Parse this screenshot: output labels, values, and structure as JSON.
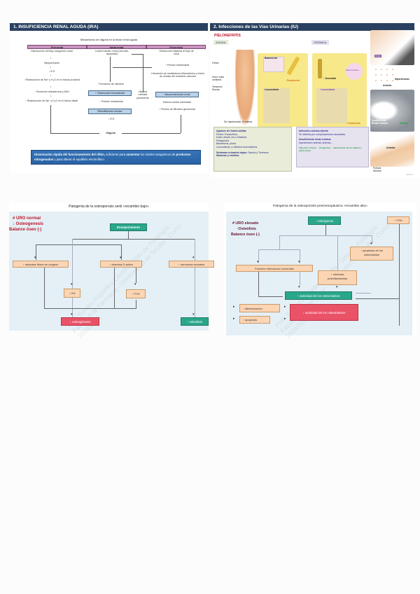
{
  "slide1": {
    "title": "1. INSUFICIENCIA RENAL AGUDA (IRA)",
    "figure_title": "Mecanismos de oliguria en la lesión renal aguda",
    "columns": [
      "Prerrenal",
      "Intrarrenal",
      "Posrrenal"
    ],
    "prerrenal": [
      "Disminución del flujo sanguíneo renal",
      "Hipoperfusión",
      "↓ IFG",
      "↑ Reabsorción de Na⁺ y H₂O en el túbulo proximal",
      "↑ Secreción aldosterona y ADH",
      "↑ Reabsorción de Na⁺ y H₂O en el túbulo distal"
    ],
    "intrarrenal": [
      "Lesión tubular renal (necrosis, apoptosis)",
      "Formación de cilindros",
      "↑ Obstrucción intratubular",
      "↑ Presión intratubular",
      "Retrofiltración tubular",
      "↓ IFG"
    ],
    "middle": "Hipoxia medular persistente",
    "posrrenal": [
      "Obstrucción bilateral al flujo de orina",
      "↑ Presión intraluminal",
      "Liberación de mediadores inflamatorios y lesión de células del endotelio vascular",
      "Vasoconstricción renal",
      "Edema celular intersticial",
      "↓ Presión de filtración glomerular"
    ],
    "result": "Oliguria",
    "summary_parts": [
      {
        "text": "Disminución rápida del funcionamiento del riñón,",
        "bold": true
      },
      {
        "text": " suficiente para ",
        "bold": false
      },
      {
        "text": "aumentar",
        "bold": true
      },
      {
        "text": " los niveles sanguíneos de ",
        "bold": false
      },
      {
        "text": "productos nitrogenados",
        "bold": true
      },
      {
        "text": " y para alterar el equilibrio electrolítico.",
        "bold": false
      }
    ]
  },
  "slide2": {
    "title": "2. Infecciones de las Vías Urinarias (IU)",
    "subtitle": "PIELONEFRITIS",
    "acute_label": "AGUDA",
    "chronic_label": "CRÓNICA",
    "body_labels": [
      "Fiebre",
      "Dolor costo vertebral",
      "Tenesmo/ Disuria"
    ],
    "caption": "Sin hipertensión, ni edema",
    "acute_card": [
      "Bacteriuria",
      "Leucocituria",
      "↓Proteinuria"
    ],
    "chronic_card": [
      "↓ Densidad",
      "Macroscópica",
      "Leucocituria",
      "↓ Proteinuria"
    ],
    "right_labels": [
      "Dolor",
      "Hipertensión",
      "Anemia",
      "Insuficiencia Renal Crónica",
      "Edema",
      "Anemia",
      "Poliuria Nicturia"
    ],
    "acute_box": [
      "Aparece de forma súbita:",
      "Fiebre, Escalofríos,",
      "Dolor dorsal, uni o bilateral,",
      "Polaquiuria",
      "Bacteriuria, piuria",
      "Leucocituria, y cilindros leucocitarios"
    ],
    "acute_box_footer_label": "Síntomas urinarios bajos:",
    "acute_box_footer": " Disuria y Tenesmo",
    "acute_box_footer2": "Náuseas y vómitos",
    "chronic_box": {
      "h1": "Infección crónica silente",
      "p1": "Se detecta por complicaciones asociadas",
      "h2": "Insuficiencia renal crónica:",
      "p2": "hipertensión arterial, anemia...",
      "green": "Infección crónica → Progresiva → Destrucción de los cálices y pelvis renal"
    },
    "page_note": "página 2"
  },
  "slide3": {
    "title": "Patogenia de la osteoporosis senil «recambio bajo»",
    "notes": [
      "# URO normal",
      "↓ Osteogenesis",
      "Balance óseo (-)"
    ],
    "root": "Envejecimiento",
    "level1": [
      "↑ radicales libres de oxígeno",
      "↓ vitamina D activa",
      "↓ hormonas sexuales"
    ],
    "level2": [
      "↓ GH",
      "↑ PTH"
    ],
    "outcomes": [
      "↓ osteogénesis",
      "↑ osteólisis"
    ],
    "watermark": "Prof. Sandro Argüelles Castilla - Dpto de Fisiología - Facultad de Farmacia - Universidad de Sevilla - Curso 2024/2025"
  },
  "slide4": {
    "title": "Patogenia de la osteoporosis posmenopáusica «recambio alto»",
    "notes": [
      "# URO elevado",
      "↑Osteólisis",
      "Balance óseo (-)"
    ],
    "root": "↓ estrógenos",
    "fsh": "↑ FSH",
    "apoptosis": "↓ apoptosis de los osteoclastos",
    "factors": "Factores intrínsecos humorales",
    "cytokines": "↑ citocinas proinflamatorias",
    "osteoclast": "↑ actividad de los osteoclastos",
    "differentiation": "↓ diferenciación",
    "apoptosis2": "↑ apoptosis",
    "osteoblast": "↓ actividad de los osteoblastos"
  }
}
